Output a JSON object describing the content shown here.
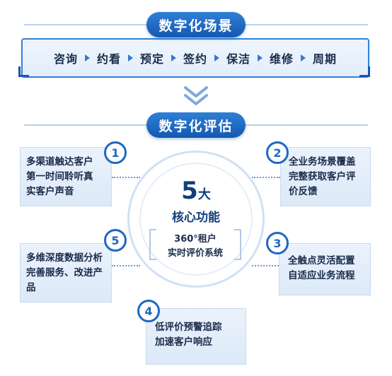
{
  "scene_section": {
    "title": "数字化场景",
    "steps": [
      "咨询",
      "约看",
      "预定",
      "签约",
      "保洁",
      "维修",
      "周期"
    ]
  },
  "eval_section": {
    "title": "数字化评估"
  },
  "center": {
    "number": "5",
    "unit": "大",
    "subtitle": "核心功能",
    "system_line1": "360°租户",
    "system_line2": "实时评价系统"
  },
  "features": [
    {
      "num": "1",
      "lines": [
        "多渠道触达客户",
        "第一时间聆听真",
        "实客户声音"
      ]
    },
    {
      "num": "2",
      "lines": [
        "全业务场景覆盖",
        "完整获取客户评",
        "价反馈"
      ]
    },
    {
      "num": "3",
      "lines": [
        "全触点灵活配置",
        "自适应业务流程"
      ]
    },
    {
      "num": "4",
      "lines": [
        "低评价预警追踪",
        "加速客户响应"
      ]
    },
    {
      "num": "5",
      "lines": [
        "多维深度数据分析",
        "完善服务、改进产",
        "品"
      ]
    }
  ],
  "colors": {
    "primary": "#1f67c1",
    "light_bg": "#e3eefb",
    "dark_text": "#1a2b4a"
  }
}
